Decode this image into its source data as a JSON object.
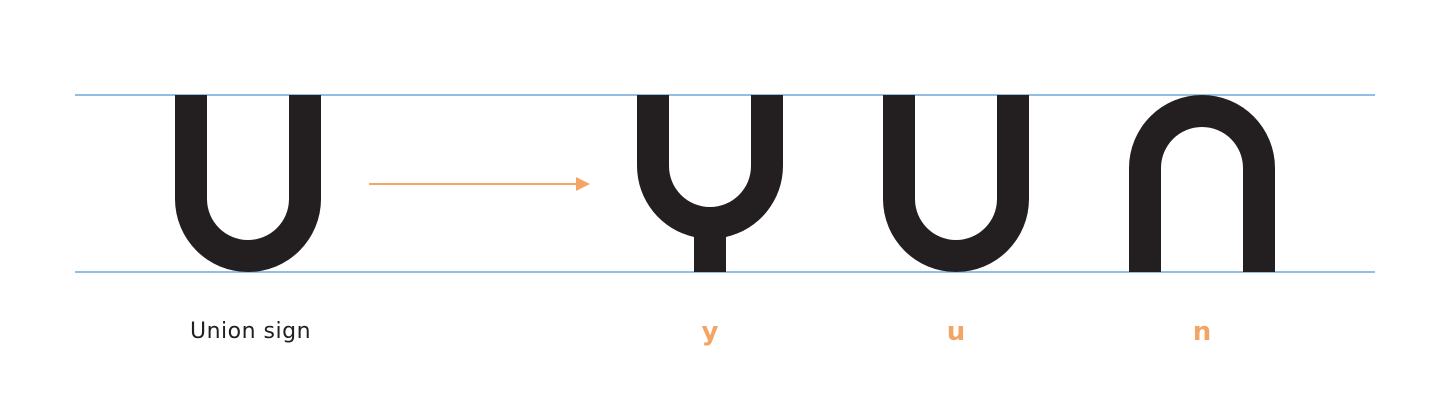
{
  "source_glyph": {
    "name": "Union sign",
    "label": "Union sign"
  },
  "derived_letters": [
    {
      "glyph": "y",
      "label": "y"
    },
    {
      "glyph": "u",
      "label": "u"
    },
    {
      "glyph": "n",
      "label": "n"
    }
  ],
  "colors": {
    "guide_lines": "#6fa8dc",
    "glyph_fill": "#231f20",
    "arrow": "#f3a565",
    "source_label": "#231f20",
    "letter_labels": "#f3a565"
  }
}
